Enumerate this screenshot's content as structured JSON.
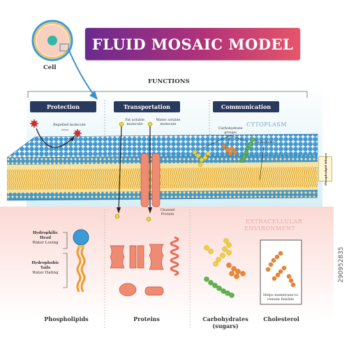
{
  "title": "FLUID MOSAIC MODEL",
  "cell_label": "Cell",
  "functions_label": "FUNCTIONS",
  "function_boxes": [
    "Protection",
    "Transportation",
    "Communication"
  ],
  "protection": {
    "repelled": "Repelled molecule"
  },
  "transport": {
    "fat": "Fat soluble molecule",
    "water": "Water soluble molecule",
    "channel": "Channel Protein"
  },
  "communication": {
    "carb": "Carbohydrate groups",
    "chol": "Cholesterol"
  },
  "regions": {
    "cytoplasm": "CYTOPLASM",
    "extra1": "EXTRACELLULAR",
    "extra2": "ENVIRONMENT"
  },
  "bilayer_tag": "Phospholipid Bilayer",
  "phospholipid": {
    "head1": "Hydrophilic",
    "head2": "Head",
    "head3": "Water Loving",
    "tail1": "Hydrophobic",
    "tail2": "Tails",
    "tail3": "Water Hating"
  },
  "cholesterol_note": "Helps membrane to remain flexible",
  "bottom_labels": {
    "phospholipids": "Phospholipids",
    "proteins": "Proteins",
    "carbs1": "Carbohydrates",
    "carbs2": "(sugars)",
    "cholesterol": "Cholesterol"
  },
  "stock_id": "290952835",
  "colors": {
    "title_start": "#6b2a8f",
    "title_end": "#e6556a",
    "head_blue": "#3c9ad6",
    "tail_yellow": "#f0c248",
    "protein": "#ef8a73",
    "sugar_yellow": "#f2cf3a",
    "sugar_orange": "#f0862c",
    "sugar_green": "#5db54a",
    "navy": "#2a3a5e"
  }
}
